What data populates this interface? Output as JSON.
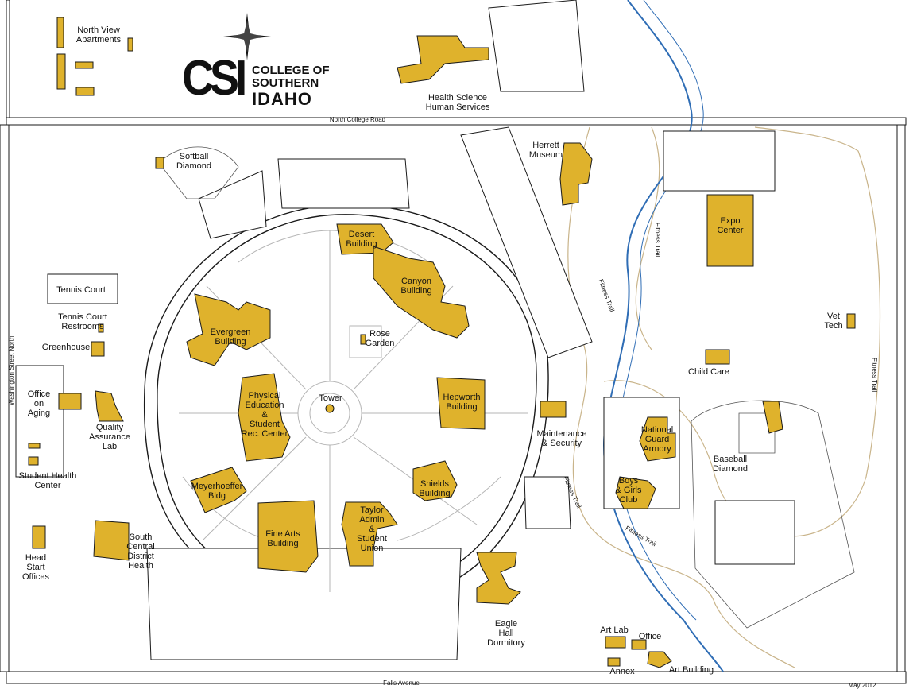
{
  "colors": {
    "building": "#dfb22c",
    "road": "#1a1a1a",
    "walkway": "#b5b5b5",
    "trail": "#c9b48a",
    "water": "#2f6db5"
  },
  "logo": {
    "mark": "CSI",
    "line1": "COLLEGE OF",
    "line2": "SOUTHERN",
    "line3": "IDAHO"
  },
  "streets": {
    "north_college": "North College Road",
    "falls": "Falls Avenue",
    "washington": "Washington Street North",
    "fitness_trail": "Fitness Trail"
  },
  "credit": "May 2012",
  "buildings": {
    "north_view": "North View\nApartments",
    "health_science": "Health Science\nHuman Services",
    "herrett": "Herrett\nMuseum",
    "expo": "Expo\nCenter",
    "softball": "Softball\nDiamond",
    "desert": "Desert\nBuilding",
    "canyon": "Canyon\nBuilding",
    "tennis_court": "Tennis Court",
    "tennis_restrooms": "Tennis Court\nRestrooms",
    "greenhouse": "Greenhouse",
    "evergreen": "Evergreen\nBuilding",
    "rose_garden": "Rose\nGarden",
    "vet_tech": "Vet\nTech",
    "child_care": "Child Care",
    "office_aging": "Office\non\nAging",
    "quality": "Quality\nAssurance\nLab",
    "physical": "Physical\nEducation\n&\nStudent\nRec. Center",
    "tower": "Tower",
    "hepworth": "Hepworth\nBuilding",
    "maintenance": "Maintenance\n& Security",
    "national_guard": "National\nGuard\nArmory",
    "baseball": "Baseball\nDiamond",
    "student_health": "Student Health\nCenter",
    "meyerhoeffer": "Meyerhoeffer\nBldg",
    "shields": "Shields\nBuilding",
    "boys_girls": "Boys\n& Girls\nClub",
    "head_start": "Head\nStart\nOffices",
    "south_central": "South\nCentral\nDistrict\nHealth",
    "fine_arts": "Fine Arts\nBuilding",
    "taylor": "Taylor\nAdmin\n&\nStudent\nUnion",
    "eagle_hall": "Eagle\nHall\nDormitory",
    "art_lab": "Art Lab",
    "office": "Office",
    "annex": "Annex",
    "art_building": "Art Building"
  }
}
